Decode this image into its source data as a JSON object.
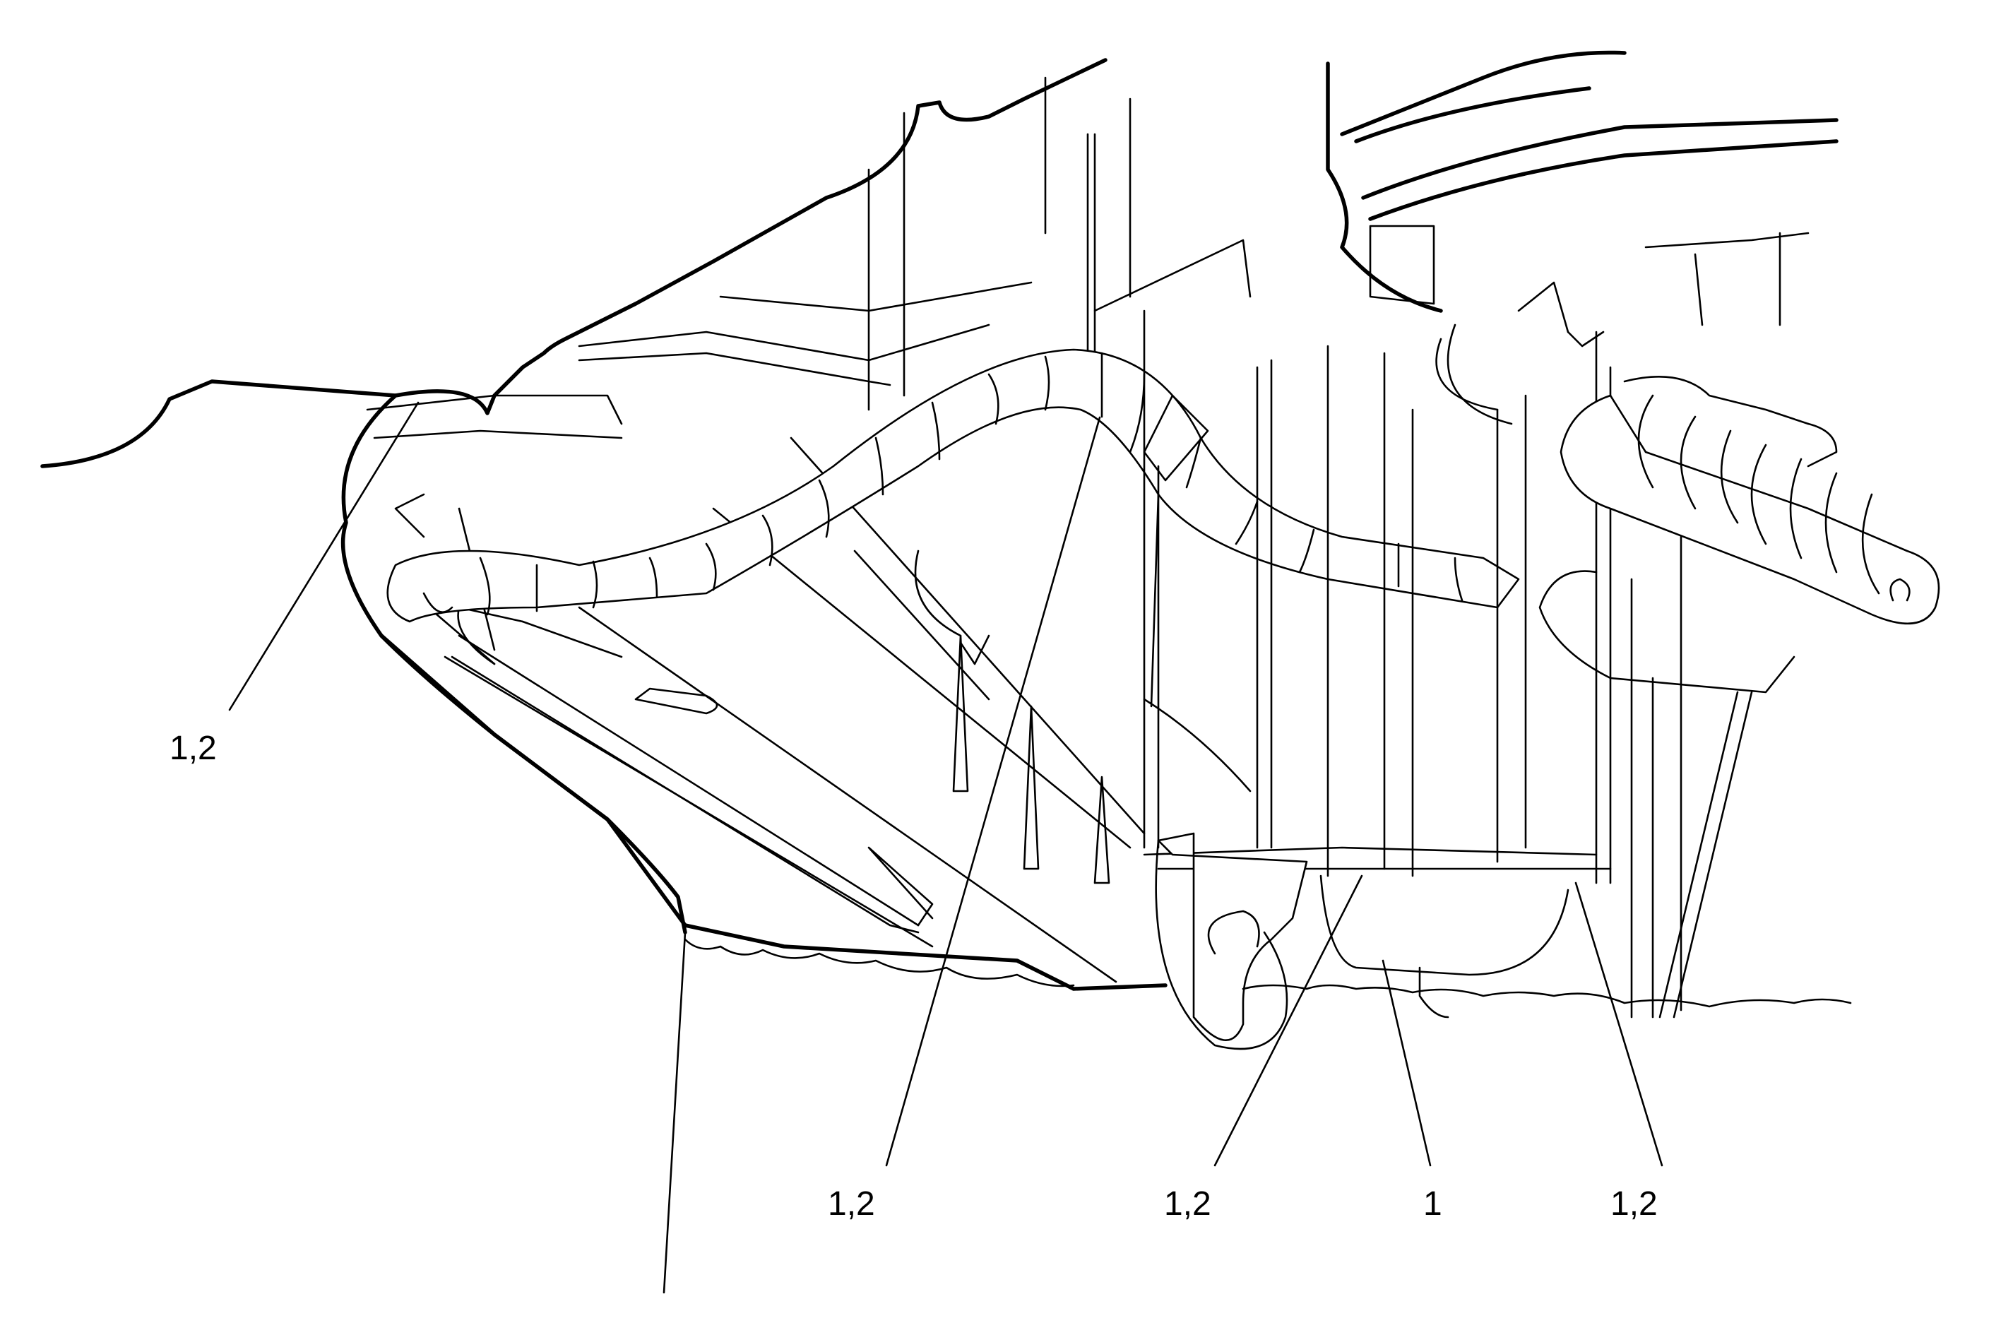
{
  "diagram": {
    "callouts": [
      {
        "id": "left",
        "label": "1,2"
      },
      {
        "id": "harness-center",
        "label": "1,2"
      },
      {
        "id": "module-bottom-left",
        "label": "1,2"
      },
      {
        "id": "module-bottom-center",
        "label": "1"
      },
      {
        "id": "module-bottom-right",
        "label": "1,2"
      }
    ]
  }
}
